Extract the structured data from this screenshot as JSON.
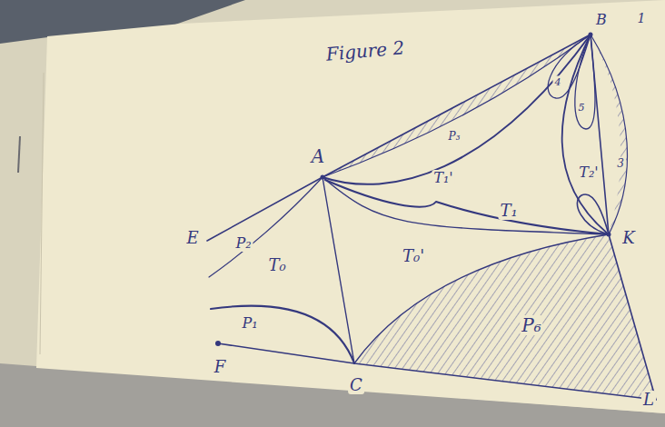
{
  "diagram": {
    "title": "Figure 2",
    "labels": [
      "B",
      "1",
      "A",
      "E",
      "P₂",
      "P₃",
      "T₁'",
      "T₁",
      "4",
      "5",
      "3",
      "T₂'",
      "K",
      "T₀",
      "T₀'",
      "P₁",
      "F",
      "C",
      "P₆",
      "L"
    ]
  }
}
